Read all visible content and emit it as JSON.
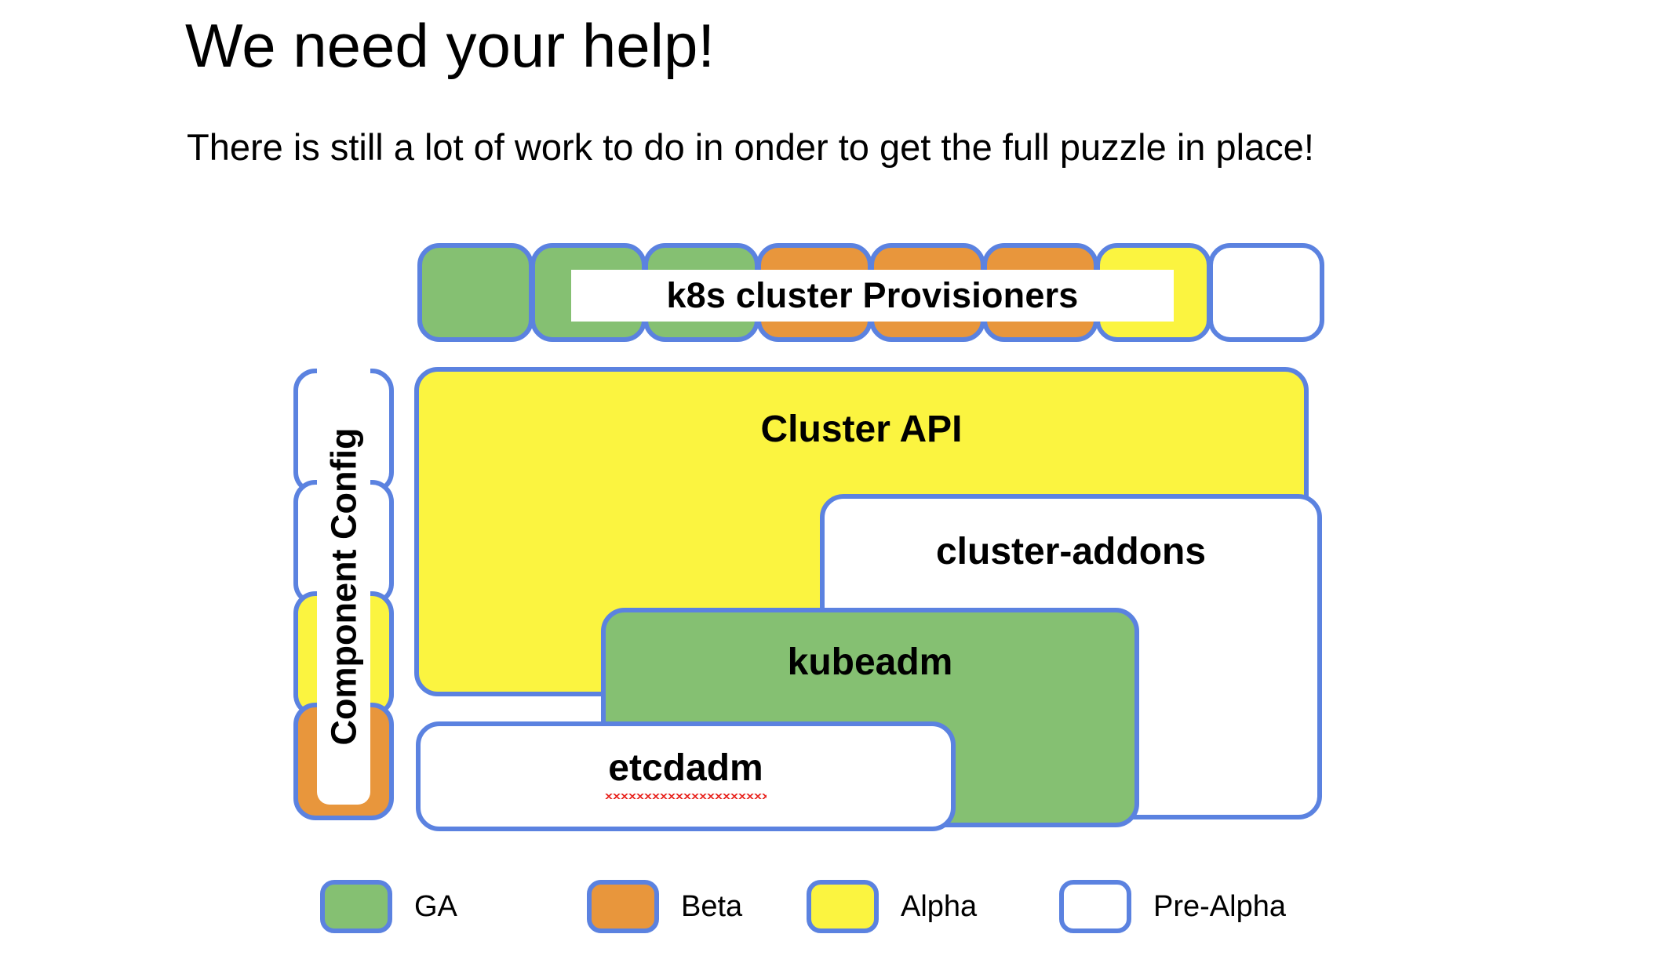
{
  "slide": {
    "title": "We need your help!",
    "subtitle": "There is still a lot of work to do in onder to get the full puzzle in place!"
  },
  "colors": {
    "border": "#5b82e0",
    "ga_green": "#85c072",
    "beta_orange": "#e8963c",
    "alpha_yellow": "#fbf440",
    "pre_alpha_white": "#ffffff",
    "spellcheck_red": "#e8251f"
  },
  "provisioners": {
    "label": "k8s cluster Provisioners",
    "boxes": [
      {
        "status": "GA",
        "color": "green"
      },
      {
        "status": "GA",
        "color": "green"
      },
      {
        "status": "GA",
        "color": "green"
      },
      {
        "status": "Beta",
        "color": "orange"
      },
      {
        "status": "Beta",
        "color": "orange"
      },
      {
        "status": "Beta",
        "color": "orange"
      },
      {
        "status": "Alpha",
        "color": "yellow"
      },
      {
        "status": "Pre-Alpha",
        "color": "white"
      }
    ]
  },
  "component_config": {
    "label": "Component Config",
    "boxes": [
      {
        "status": "Pre-Alpha",
        "color": "white"
      },
      {
        "status": "Pre-Alpha",
        "color": "white"
      },
      {
        "status": "Alpha",
        "color": "yellow"
      },
      {
        "status": "Beta",
        "color": "orange"
      }
    ]
  },
  "architecture": {
    "cluster_api": {
      "label": "Cluster API",
      "status": "Alpha",
      "color": "yellow"
    },
    "cluster_addons": {
      "label": "cluster-addons",
      "status": "Pre-Alpha",
      "color": "white"
    },
    "kubeadm": {
      "label": "kubeadm",
      "status": "GA",
      "color": "green"
    },
    "etcdadm": {
      "label": "etcdadm",
      "status": "Pre-Alpha",
      "color": "white",
      "misspelled": true
    }
  },
  "legend": {
    "items": [
      {
        "label": "GA",
        "color": "green"
      },
      {
        "label": "Beta",
        "color": "orange"
      },
      {
        "label": "Alpha",
        "color": "yellow"
      },
      {
        "label": "Pre-Alpha",
        "color": "white"
      }
    ]
  }
}
